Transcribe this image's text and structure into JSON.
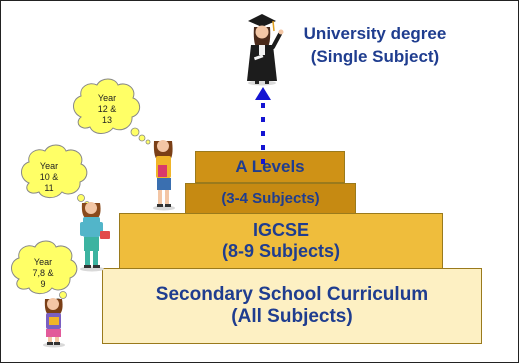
{
  "graduate": {
    "line1": "University degree",
    "line2": "(Single Subject)"
  },
  "tiers": {
    "base": {
      "line1": "Secondary School Curriculum",
      "line2": "(All Subjects)"
    },
    "igcse": {
      "line1": "IGCSE",
      "line2": "(8-9 Subjects)"
    },
    "alevels": {
      "line1": "A Levels",
      "line2": "(3-4 Subjects)"
    }
  },
  "bubbles": {
    "upper": {
      "l1": "Year",
      "l2": "12 &",
      "l3": "13"
    },
    "middle": {
      "l1": "Year",
      "l2": "10 &",
      "l3": "11"
    },
    "lower": {
      "l1": "Year",
      "l2": "7,8 &",
      "l3": "9"
    }
  },
  "colors": {
    "text_blue": "#1f3d8f",
    "base_fill": "#fdf0c3",
    "igcse_fill": "#efbd3c",
    "alevels_fill": "#cf9216",
    "cloud_fill": "#ffff66",
    "arrow_blue": "#1414d2"
  },
  "icons": [
    "graduate-icon",
    "student-icon",
    "dotted-arrow-icon",
    "thought-cloud-icon"
  ]
}
